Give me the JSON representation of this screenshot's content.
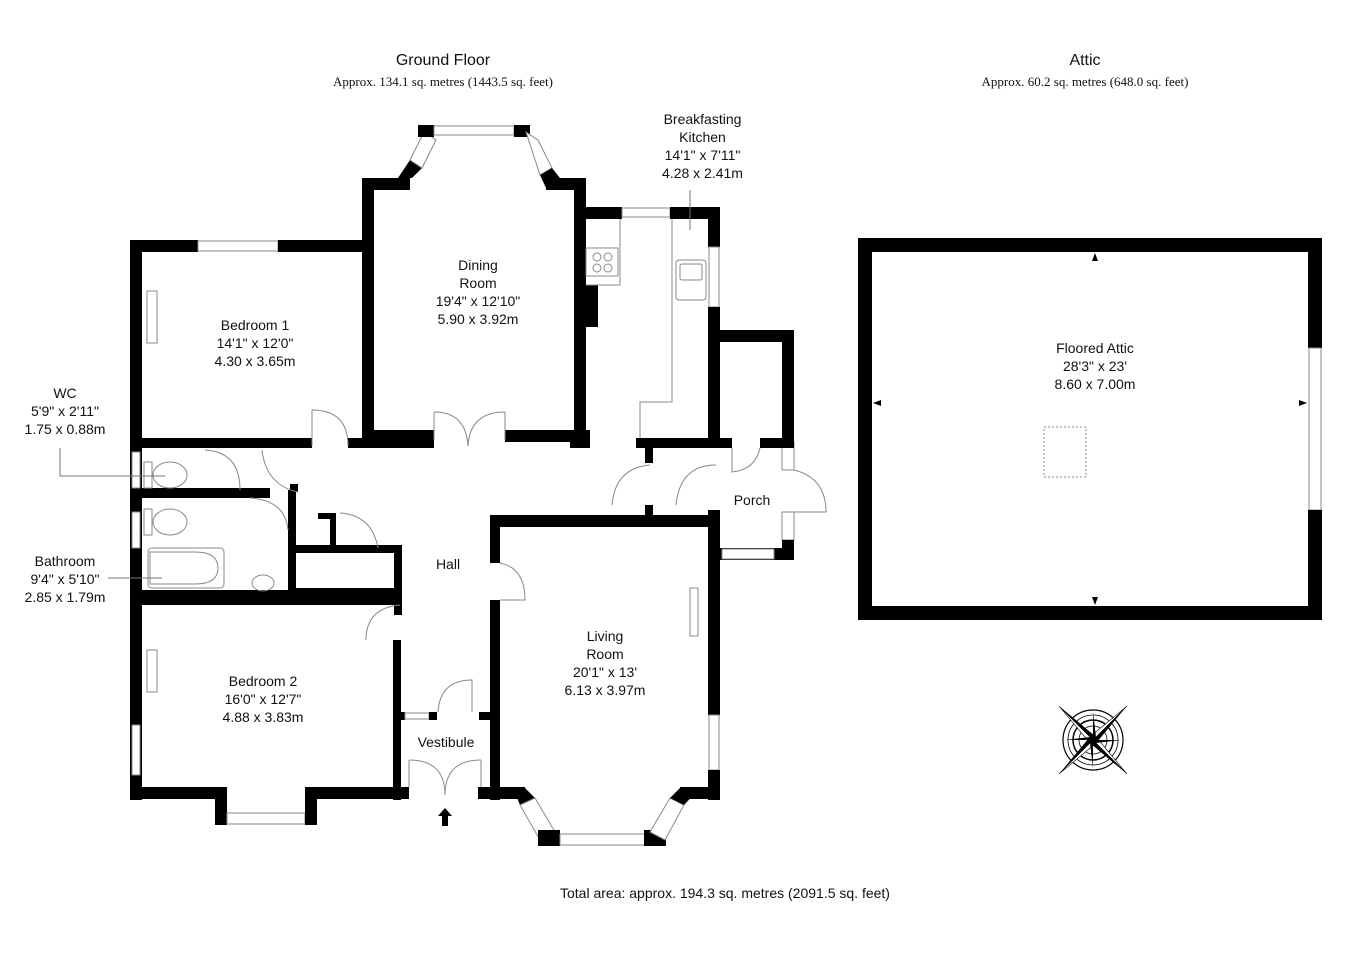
{
  "floors": {
    "ground": {
      "title": "Ground Floor",
      "area": "Approx. 134.1 sq. metres (1443.5 sq. feet)"
    },
    "attic": {
      "title": "Attic",
      "area": "Approx. 60.2 sq. metres (648.0 sq. feet)"
    }
  },
  "rooms": {
    "breakfasting_kitchen": {
      "name_line1": "Breakfasting",
      "name_line2": "Kitchen",
      "imperial": "14'1\" x 7'11\"",
      "metric": "4.28 x 2.41m"
    },
    "dining_room": {
      "name_line1": "Dining",
      "name_line2": "Room",
      "imperial": "19'4\" x 12'10\"",
      "metric": "5.90 x 3.92m"
    },
    "bedroom_1": {
      "name": "Bedroom 1",
      "imperial": "14'1\" x 12'0\"",
      "metric": "4.30 x 3.65m"
    },
    "wc": {
      "name": "WC",
      "imperial": "5'9\" x 2'11\"",
      "metric": "1.75 x 0.88m"
    },
    "bathroom": {
      "name": "Bathroom",
      "imperial": "9'4\" x 5'10\"",
      "metric": "2.85 x 1.79m"
    },
    "bedroom_2": {
      "name": "Bedroom 2",
      "imperial": "16'0\" x 12'7\"",
      "metric": "4.88 x 3.83m"
    },
    "hall": {
      "name": "Hall"
    },
    "porch": {
      "name": "Porch"
    },
    "vestibule": {
      "name": "Vestibule"
    },
    "living_room": {
      "name_line1": "Living",
      "name_line2": "Room",
      "imperial": "20'1\" x 13'",
      "metric": "6.13 x 3.97m"
    },
    "floored_attic": {
      "name": "Floored Attic",
      "imperial": "28'3\" x 23'",
      "metric": "8.60 x 7.00m"
    }
  },
  "total_area": "Total area: approx. 194.3 sq. metres (2091.5 sq. feet)",
  "icons": {
    "compass": "compass-rose-icon",
    "entrance": "entrance-arrow-icon"
  },
  "colors": {
    "wall": "#000000",
    "fixture_line": "#888888",
    "background": "#ffffff"
  }
}
